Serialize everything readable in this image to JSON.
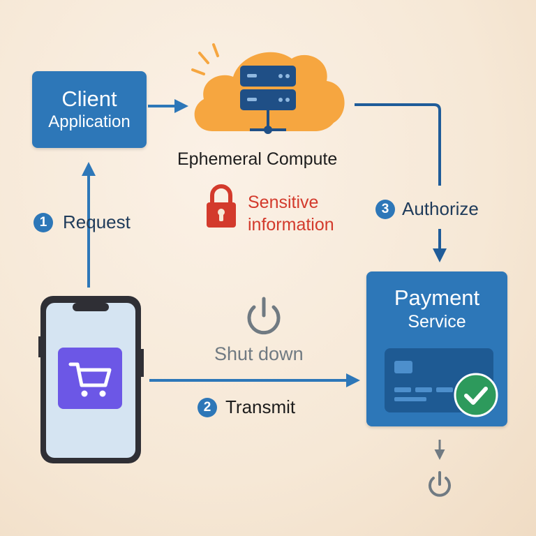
{
  "client": {
    "line1": "Client",
    "line2": "Application"
  },
  "compute": {
    "label": "Ephemeral Compute"
  },
  "sensitive": {
    "line1": "Sensitive",
    "line2": "information"
  },
  "steps": [
    {
      "number": "1",
      "label": "Request"
    },
    {
      "number": "2",
      "label": "Transmit"
    },
    {
      "number": "3",
      "label": "Authorize"
    }
  ],
  "payment": {
    "line1": "Payment",
    "line2": "Service"
  },
  "shutdown": {
    "label": "Shut down"
  },
  "icons": [
    "cloud-server-icon",
    "lock-icon",
    "power-icon",
    "phone-icon",
    "cart-icon",
    "credit-card-icon",
    "check-icon"
  ],
  "colors": {
    "accent": "#2d77b8",
    "cloud": "#f6a640",
    "danger": "#d33a2c",
    "success": "#2d9a5c",
    "muted": "#707a82",
    "cart": "#6c57e6"
  }
}
